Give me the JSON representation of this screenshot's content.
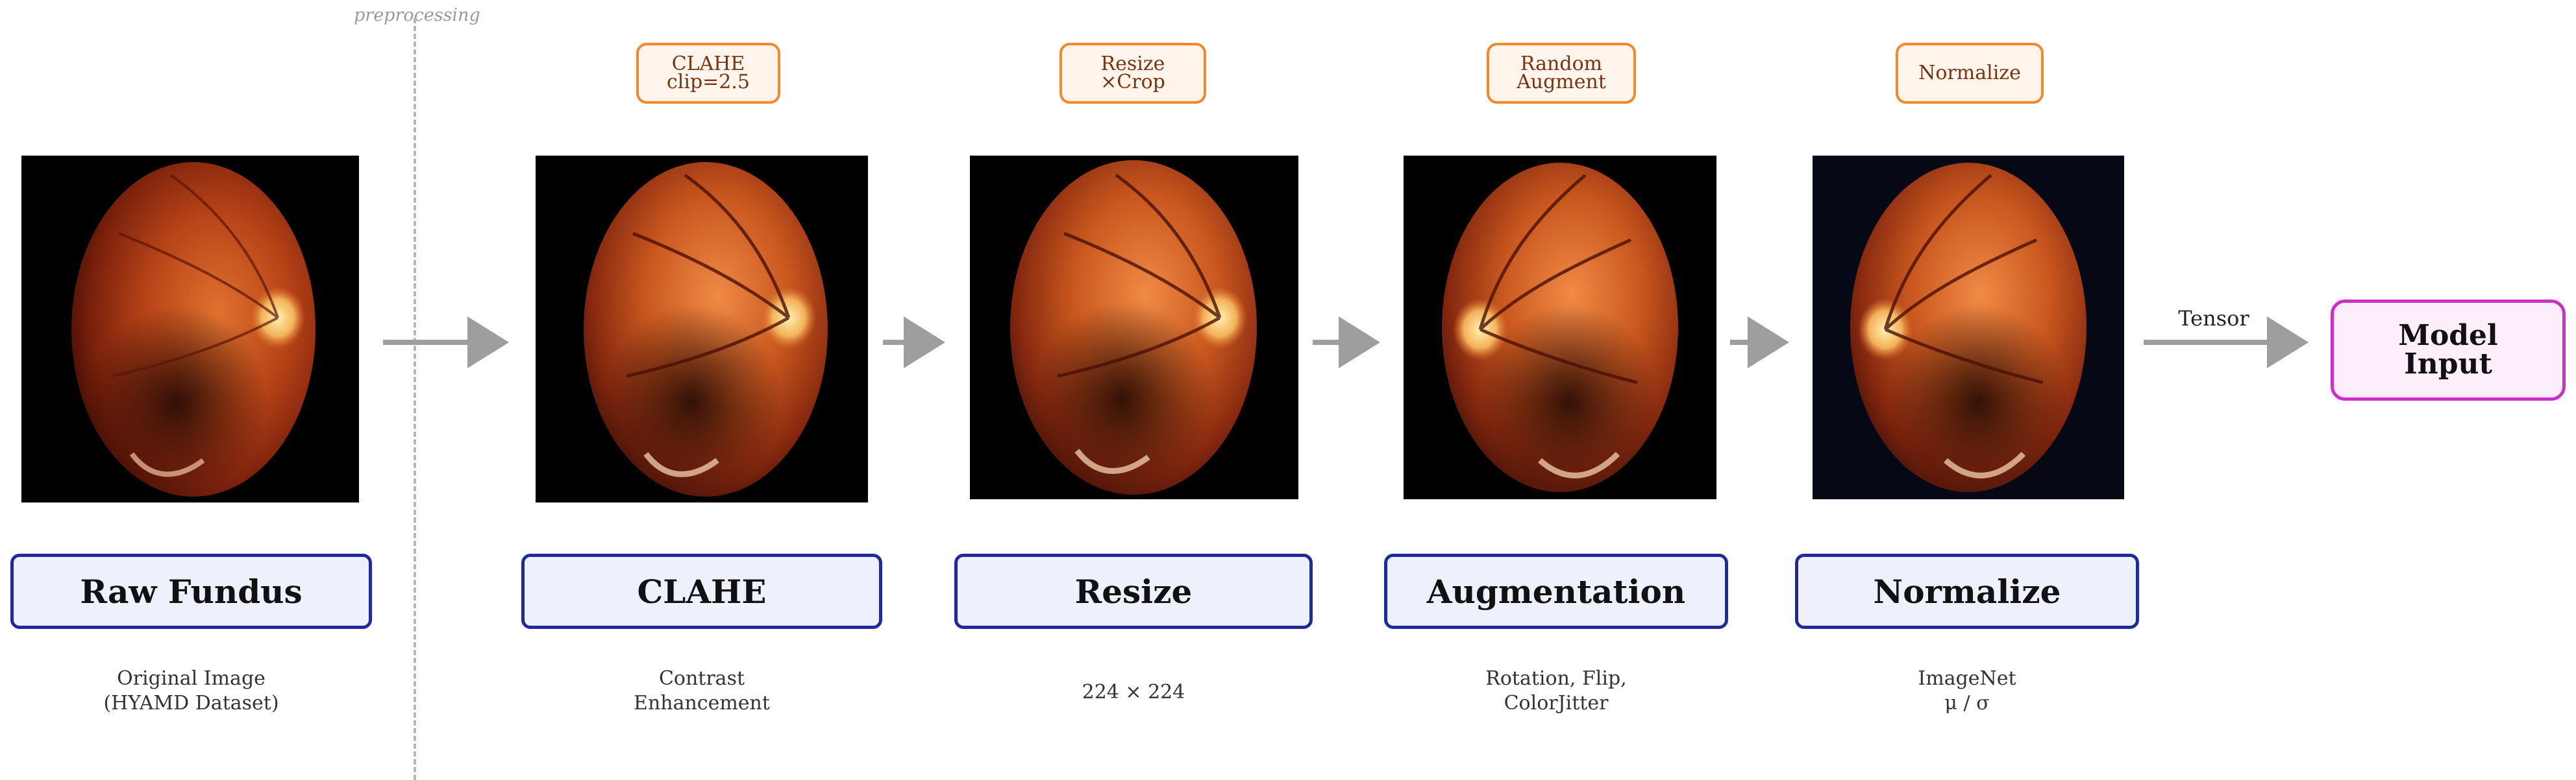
{
  "section_label": "preprocessing",
  "stages": [
    {
      "id": "raw",
      "title": "Raw Fundus",
      "caption": [
        "Original Image",
        "(HYAMD Dataset)"
      ],
      "param": null
    },
    {
      "id": "clahe",
      "title": "CLAHE",
      "caption": [
        "Contrast",
        "Enhancement"
      ],
      "param": [
        "CLAHE",
        "clip=2.5"
      ]
    },
    {
      "id": "resize",
      "title": "Resize",
      "caption": [
        "224 × 224",
        ""
      ],
      "param": [
        "Resize",
        "×Crop"
      ]
    },
    {
      "id": "augment",
      "title": "Augmentation",
      "caption": [
        "Rotation, Flip,",
        "ColorJitter"
      ],
      "param": [
        "Random",
        "Augment"
      ]
    },
    {
      "id": "normalize",
      "title": "Normalize",
      "caption": [
        "ImageNet",
        "μ / σ"
      ],
      "param": [
        "Normalize",
        ""
      ]
    }
  ],
  "output": {
    "edge_label": "Tensor",
    "title_line1": "Model",
    "title_line2": "Input"
  },
  "colors": {
    "stage_border": "#1f2b9a",
    "stage_fill": "#eef0fc",
    "param_border": "#f08a2c",
    "param_fill": "#fff5ec",
    "model_border": "#cc2fc9",
    "model_fill": "#fdeefb",
    "arrow": "#9e9e9e"
  },
  "icons": [
    "fundus-image",
    "arrow-right"
  ]
}
